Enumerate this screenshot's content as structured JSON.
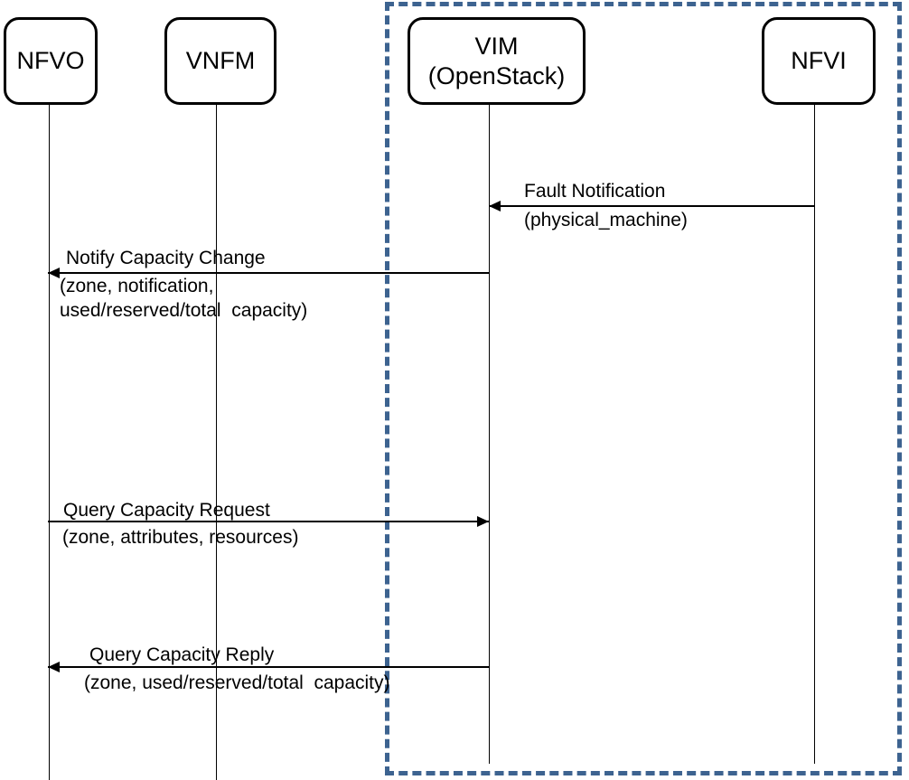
{
  "colors": {
    "boundary_dash": "#3D6390",
    "line": "#000000",
    "background": "#FFFFFF"
  },
  "actors": [
    {
      "label": "NFVO"
    },
    {
      "label": "VNFM"
    },
    {
      "label": "VIM\n(OpenStack)"
    },
    {
      "label": "NFVI"
    }
  ],
  "boundary": {
    "encloses": [
      "VIM (OpenStack)",
      "NFVI"
    ]
  },
  "messages": [
    {
      "from": "NFVI",
      "to": "VIM (OpenStack)",
      "direction": "left",
      "lines": [
        "Fault Notification",
        "(physical_machine)"
      ]
    },
    {
      "from": "VIM (OpenStack)",
      "to": "NFVO",
      "direction": "left",
      "lines": [
        "Notify Capacity Change",
        "(zone, notification,",
        "used/reserved/total  capacity)"
      ]
    },
    {
      "from": "NFVO",
      "to": "VIM (OpenStack)",
      "direction": "right",
      "lines": [
        "Query Capacity Request",
        "(zone, attributes, resources)"
      ]
    },
    {
      "from": "VIM (OpenStack)",
      "to": "NFVO",
      "direction": "left",
      "lines": [
        "Query Capacity Reply",
        "(zone, used/reserved/total  capacity)"
      ]
    }
  ]
}
